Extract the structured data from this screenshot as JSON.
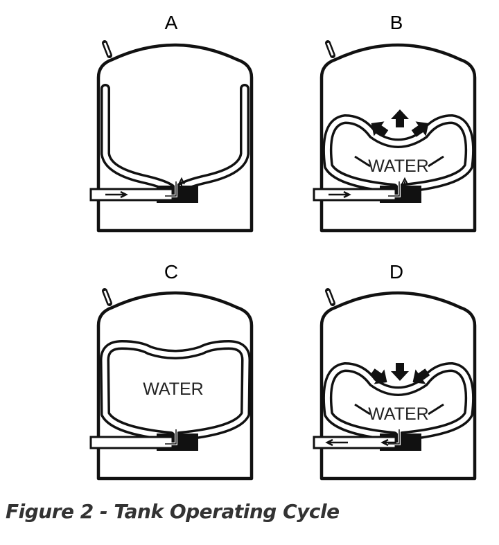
{
  "figure": {
    "caption": "Figure 2 - Tank Operating Cycle",
    "panels": [
      {
        "label": "A",
        "mode": "empty",
        "water_text": null
      },
      {
        "label": "B",
        "mode": "filling",
        "water_text": "WATER"
      },
      {
        "label": "C",
        "mode": "full",
        "water_text": "WATER"
      },
      {
        "label": "D",
        "mode": "draining",
        "water_text": "WATER"
      }
    ]
  }
}
